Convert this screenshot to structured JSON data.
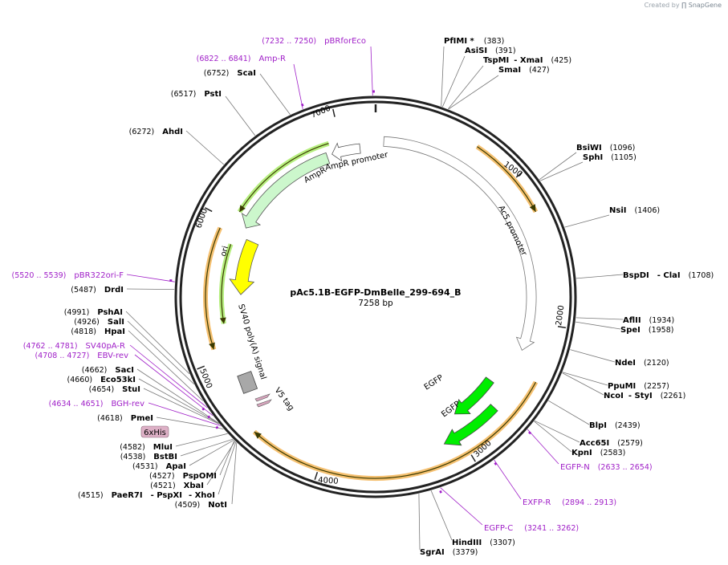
{
  "credit": {
    "prefix": "Created by",
    "brand": "SnapGene"
  },
  "plasmid": {
    "name": "pAc5.1B-EGFP-DmBelle_299-694_B",
    "length_label": "7258 bp",
    "length": 7258
  },
  "ticks": [
    "1000",
    "2000",
    "3000",
    "4000",
    "5000",
    "6000",
    "7000"
  ],
  "sites": [
    {
      "name": "PfIMI *",
      "pos": "(383)"
    },
    {
      "name": "AsiSI",
      "pos": "(391)"
    },
    {
      "name": "TspMI",
      "name2": "- XmaI",
      "pos": "(425)"
    },
    {
      "name": "SmaI",
      "pos": "(427)"
    },
    {
      "name": "BsiWI",
      "pos": "(1096)"
    },
    {
      "name": "SphI",
      "pos": "(1105)"
    },
    {
      "name": "NsiI",
      "pos": "(1406)"
    },
    {
      "name": "BspDI",
      "name2": "- ClaI",
      "pos": "(1708)"
    },
    {
      "name": "AflII",
      "pos": "(1934)"
    },
    {
      "name": "SpeI",
      "pos": "(1958)"
    },
    {
      "name": "NdeI",
      "pos": "(2120)"
    },
    {
      "name": "PpuMI",
      "pos": "(2257)"
    },
    {
      "name": "NcoI",
      "name2": "- StyI",
      "pos": "(2261)"
    },
    {
      "name": "BlpI",
      "pos": "(2439)"
    },
    {
      "name": "Acc65I",
      "pos": "(2579)"
    },
    {
      "name": "KpnI",
      "pos": "(2583)"
    },
    {
      "name": "HindIII",
      "pos": "(3307)"
    },
    {
      "name": "SgrAI",
      "pos": "(3379)"
    },
    {
      "name": "NotI",
      "pos": "(4509)"
    },
    {
      "name": "PaeR7I",
      "name2": "- PspXI",
      "name3": "- XhoI",
      "pos": "(4515)"
    },
    {
      "name": "XbaI",
      "pos": "(4521)"
    },
    {
      "name": "PspOMI",
      "pos": "(4527)"
    },
    {
      "name": "ApaI",
      "pos": "(4531)"
    },
    {
      "name": "BstBI",
      "pos": "(4538)"
    },
    {
      "name": "MluI",
      "pos": "(4582)"
    },
    {
      "name": "PmeI",
      "pos": "(4618)"
    },
    {
      "name": "StuI",
      "pos": "(4654)"
    },
    {
      "name": "Eco53kI",
      "pos": "(4660)"
    },
    {
      "name": "SacI",
      "pos": "(4662)"
    },
    {
      "name": "HpaI",
      "pos": "(4818)"
    },
    {
      "name": "SalI",
      "pos": "(4926)"
    },
    {
      "name": "PshAI",
      "pos": "(4991)"
    },
    {
      "name": "DrdI",
      "pos": "(5487)"
    },
    {
      "name": "AhdI",
      "pos": "(6272)"
    },
    {
      "name": "PstI",
      "pos": "(6517)"
    },
    {
      "name": "ScaI",
      "pos": "(6752)"
    }
  ],
  "primers": [
    {
      "name": "pBRforEco",
      "range": "(7232 .. 7250)"
    },
    {
      "name": "Amp-R",
      "range": "(6822 .. 6841)"
    },
    {
      "name": "pBR322ori-F",
      "range": "(5520 .. 5539)"
    },
    {
      "name": "SV40pA-R",
      "range": "(4762 .. 4781)"
    },
    {
      "name": "EBV-rev",
      "range": "(4708 .. 4727)"
    },
    {
      "name": "BGH-rev",
      "range": "(4634 .. 4651)"
    },
    {
      "name": "EGFP-N",
      "range": "(2633 .. 2654)"
    },
    {
      "name": "EXFP-R",
      "range": "(2894 .. 2913)"
    },
    {
      "name": "EGFP-C",
      "range": "(3241 .. 3262)"
    }
  ],
  "features": {
    "ampr": "AmpR",
    "ampr_promoter": "AmpR promoter",
    "ac5_promoter": "Ac5 promoter",
    "ori": "ori",
    "sv40": "SV40 poly(A) signal",
    "v5": "V5 tag",
    "his": "6xHis",
    "egfp1": "EGFP",
    "egfp2": "EGFP"
  },
  "colors": {
    "backbone": "#222222",
    "primer": "#a020c8",
    "ampr_fill": "#ccf7cc",
    "ori_fill": "#ffff00",
    "egfp_fill": "#00ee00",
    "orf_orange": "#f5c070",
    "orf_green": "#b6ef7f",
    "his_fill": "#ddb0c6",
    "v5_fill": "#d7a5bd",
    "sv40_fill": "#a8a8a8"
  }
}
